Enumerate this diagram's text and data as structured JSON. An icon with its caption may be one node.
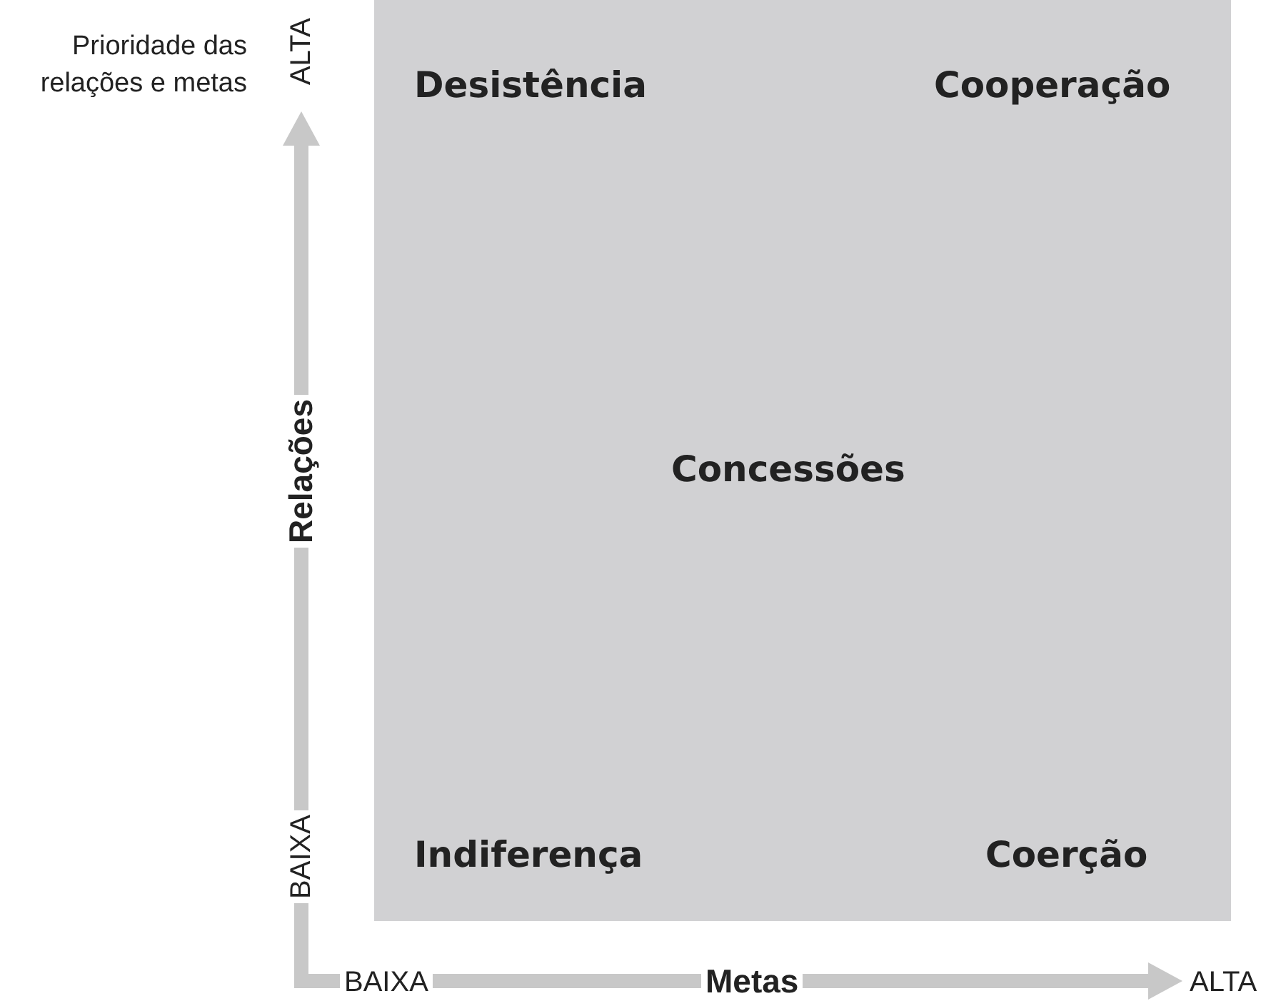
{
  "diagram": {
    "nodes": [
      {
        "text": [
          "Desistência",
          "Cooperação",
          "Concessões",
          "Indiferença",
          "Coerção"
        ]
      }
    ],
    "labels": [
      "Prioridade das relações e metas",
      "ALTA",
      "Relações",
      "BAIXA",
      "BAIXA",
      "Metas",
      "ALTA"
    ]
  }
}
